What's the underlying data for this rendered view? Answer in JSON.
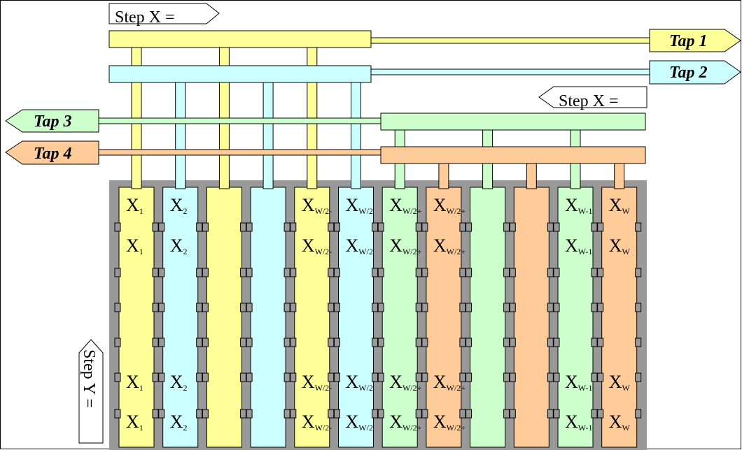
{
  "colors": {
    "yellow": "#ffff99",
    "cyan": "#ccffff",
    "green": "#ccffcc",
    "orange": "#ffcc99",
    "grid": "#999999",
    "line": "#000000"
  },
  "step_labels": {
    "top": "Step X =",
    "right": "Step X =",
    "left": "Step Y ="
  },
  "taps": [
    {
      "label": "Tap 1",
      "color": "yellow"
    },
    {
      "label": "Tap 2",
      "color": "cyan"
    },
    {
      "label": "Tap 3",
      "color": "green"
    },
    {
      "label": "Tap 4",
      "color": "orange"
    }
  ],
  "columns": [
    {
      "color": "yellow",
      "cells": [
        {
          "main": "X",
          "sub": "1"
        },
        {
          "main": "X",
          "sub": "1"
        },
        {
          "main": "X",
          "sub": "1"
        },
        {
          "main": "X",
          "sub": "1"
        }
      ]
    },
    {
      "color": "cyan",
      "cells": [
        {
          "main": "X",
          "sub": "2"
        },
        {
          "main": "X",
          "sub": "2"
        },
        {
          "main": "X",
          "sub": "2"
        },
        {
          "main": "X",
          "sub": "2"
        }
      ]
    },
    {
      "color": "yellow",
      "cells": []
    },
    {
      "color": "cyan",
      "cells": []
    },
    {
      "color": "yellow",
      "cells": [
        {
          "main": "X",
          "sub": "W/2-"
        },
        {
          "main": "X",
          "sub": "W/2-"
        },
        {
          "main": "X",
          "sub": "W/2-"
        },
        {
          "main": "X",
          "sub": "W/2-"
        }
      ]
    },
    {
      "color": "cyan",
      "cells": [
        {
          "main": "X",
          "sub": "W/2"
        },
        {
          "main": "X",
          "sub": "W/2"
        },
        {
          "main": "X",
          "sub": "W/2"
        },
        {
          "main": "X",
          "sub": "W/2"
        }
      ]
    },
    {
      "color": "green",
      "cells": [
        {
          "main": "X",
          "sub": "W/2+"
        },
        {
          "main": "X",
          "sub": "W/2+"
        },
        {
          "main": "X",
          "sub": "W/2+"
        },
        {
          "main": "X",
          "sub": "W/2+"
        }
      ]
    },
    {
      "color": "orange",
      "cells": [
        {
          "main": "X",
          "sub": "W/2+"
        },
        {
          "main": "X",
          "sub": "W/2+"
        },
        {
          "main": "X",
          "sub": "W/2+"
        },
        {
          "main": "X",
          "sub": "W/2+"
        }
      ]
    },
    {
      "color": "green",
      "cells": []
    },
    {
      "color": "orange",
      "cells": []
    },
    {
      "color": "green",
      "cells": [
        {
          "main": "X",
          "sub": "W-1"
        },
        {
          "main": "X",
          "sub": "W-1"
        },
        {
          "main": "X",
          "sub": "W-1"
        },
        {
          "main": "X",
          "sub": "W-1"
        }
      ]
    },
    {
      "color": "orange",
      "cells": [
        {
          "main": "X",
          "sub": "W"
        },
        {
          "main": "X",
          "sub": "W"
        },
        {
          "main": "X",
          "sub": "W"
        },
        {
          "main": "X",
          "sub": "W"
        }
      ]
    }
  ]
}
